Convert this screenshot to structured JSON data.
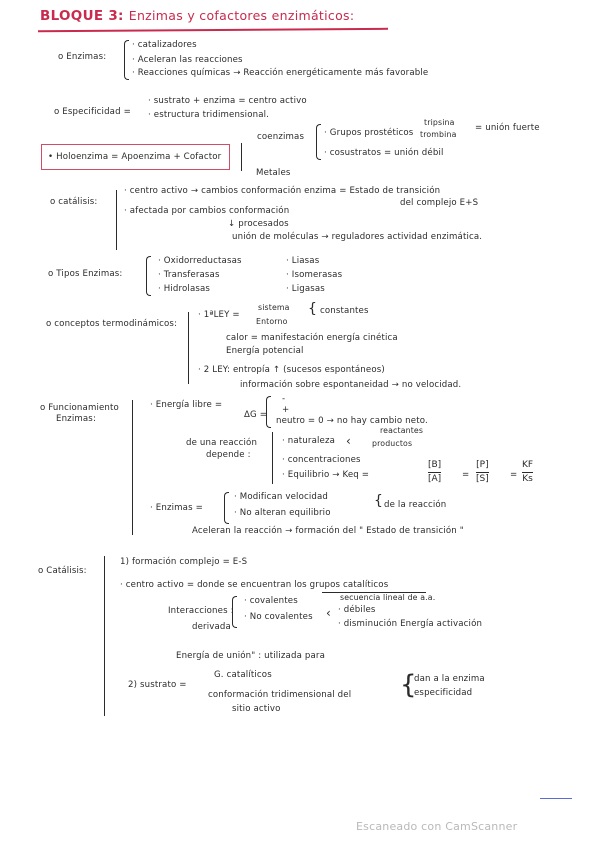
{
  "title": {
    "main": "BLOQUE 3:",
    "sub": "Enzimas y cofactores enzimáticos:"
  },
  "enzimas": {
    "label": "o Enzimas:",
    "items": [
      "· catalizadores",
      "· Aceleran las reacciones",
      "· Reacciones químicas  →  Reacción energéticamente más favorable"
    ]
  },
  "especificidad": {
    "label": "o Especificidad =",
    "items": [
      "· sustrato + enzima = centro activo",
      "· estructura tridimensional."
    ]
  },
  "holoenzima": {
    "box": "• Holoenzima = Apoenzima + Cofactor",
    "coenzimas": "coenzimas",
    "grupos": "· Grupos prostéticos",
    "tripsina": "tripsina",
    "trombina": "trombina",
    "union_fuerte": "= unión fuerte",
    "cosustratos": "· cosustratos = unión débil",
    "metales": "Metales"
  },
  "catalisis1": {
    "label": "o catálisis:",
    "line1": "· centro activo → cambios conformación enzima = Estado de transición",
    "line1b": "del complejo  E+S",
    "line2": "· afectada por cambios conformación",
    "procesados": "↓ procesados",
    "line3": "unión de moléculas → reguladores actividad enzimática."
  },
  "tipos": {
    "label": "o Tipos Enzimas:",
    "col1": [
      "· Oxidorreductasas",
      "· Transferasas",
      "· Hidrolasas"
    ],
    "col2": [
      "· Liasas",
      "· Isomerasas",
      "· Ligasas"
    ]
  },
  "termo": {
    "label": "o conceptos termodinámicos:",
    "ley1": "· 1ªLEY = ",
    "sistema": "sistema",
    "entorno": "Entorno",
    "constantes": "constantes",
    "calor": "calor = manifestación energía cinética",
    "potencial": "Energía potencial",
    "ley2": "· 2 LEY: entropía ↑ (sucesos espontáneos)"
  },
  "funcionamiento": {
    "label1": "o Funcionamiento",
    "label2": "Enzimas:",
    "energia_libre": "· Energía libre =",
    "informacion": "información sobre espontaneidad → no velocidad.",
    "dg": "ΔG =",
    "minus": "-",
    "plus": "+",
    "neutro": "neutro = 0 → no hay cambio neto.",
    "de_una": "de una reacción",
    "depende": "depende :",
    "naturaleza": "· naturaleza",
    "reactantes": "reactantes",
    "productos": "productos",
    "concentraciones": "· concentraciones",
    "equilibrio": "· Equilibrio  →  Keq =",
    "frac1_num": "[B]",
    "frac1_den": "[A]",
    "frac2_num": "[P]",
    "frac2_den": "[S]",
    "frac3_num": "KF",
    "frac3_den": "Ks",
    "equals": "=",
    "enzimas": "· Enzimas =",
    "modifican": "· Modifican velocidad",
    "no_alteran": "· No alteran equilibrio",
    "de_la_reaccion": "de la reacción",
    "aceleran": "Aceleran la reacción → formación del \" Estado de transición \""
  },
  "catalisis2": {
    "label": "o Catálisis:",
    "line1": "1) formación complejo = E-S",
    "line2": "· centro activo = donde se encuentran los grupos catalíticos",
    "secuencia": "secuencia lineal de a.a.",
    "interacciones": "Interacciones :",
    "covalentes": "· covalentes",
    "no_covalentes": "· No covalentes",
    "debiles": "· débiles",
    "disminucion": "· disminución Energía activación",
    "derivada": "derivada",
    "energia_union": "Energía de unión\" : utilizada para",
    "line3": "2) sustrato =",
    "catal": "G. catalíticos",
    "conformacion": "conformación tridimensional del",
    "sitio": "sitio activo",
    "dan_a": "dan a la enzima",
    "especificidad": "especificidad"
  },
  "footer": "Escaneado con CamScanner"
}
